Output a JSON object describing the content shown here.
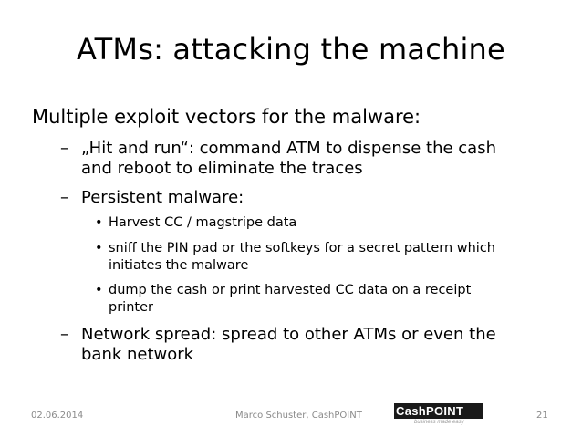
{
  "slide": {
    "title": "ATMs: attacking the machine",
    "level1": "Multiple exploit vectors for the malware:",
    "dash": "–",
    "bullet": "•",
    "items": [
      {
        "text": "„Hit and run“: command ATM to dispense the cash\nand reboot to eliminate the traces"
      },
      {
        "text": "Persistent malware:",
        "subitems": [
          {
            "text": "Harvest CC / magstripe data"
          },
          {
            "text": "sniff the PIN pad or the softkeys for a secret pattern which\ninitiates the malware"
          },
          {
            "text": "dump the cash or print harvested CC data on a receipt\nprinter"
          }
        ]
      },
      {
        "text": "Network spread: spread to other ATMs or even the\nbank network"
      }
    ]
  },
  "footer": {
    "date": "02.06.2014",
    "author": "Marco Schuster, CashPOINT",
    "page_number": "21"
  },
  "logo": {
    "name": "CashPOINT",
    "tagline": "business made easy"
  }
}
